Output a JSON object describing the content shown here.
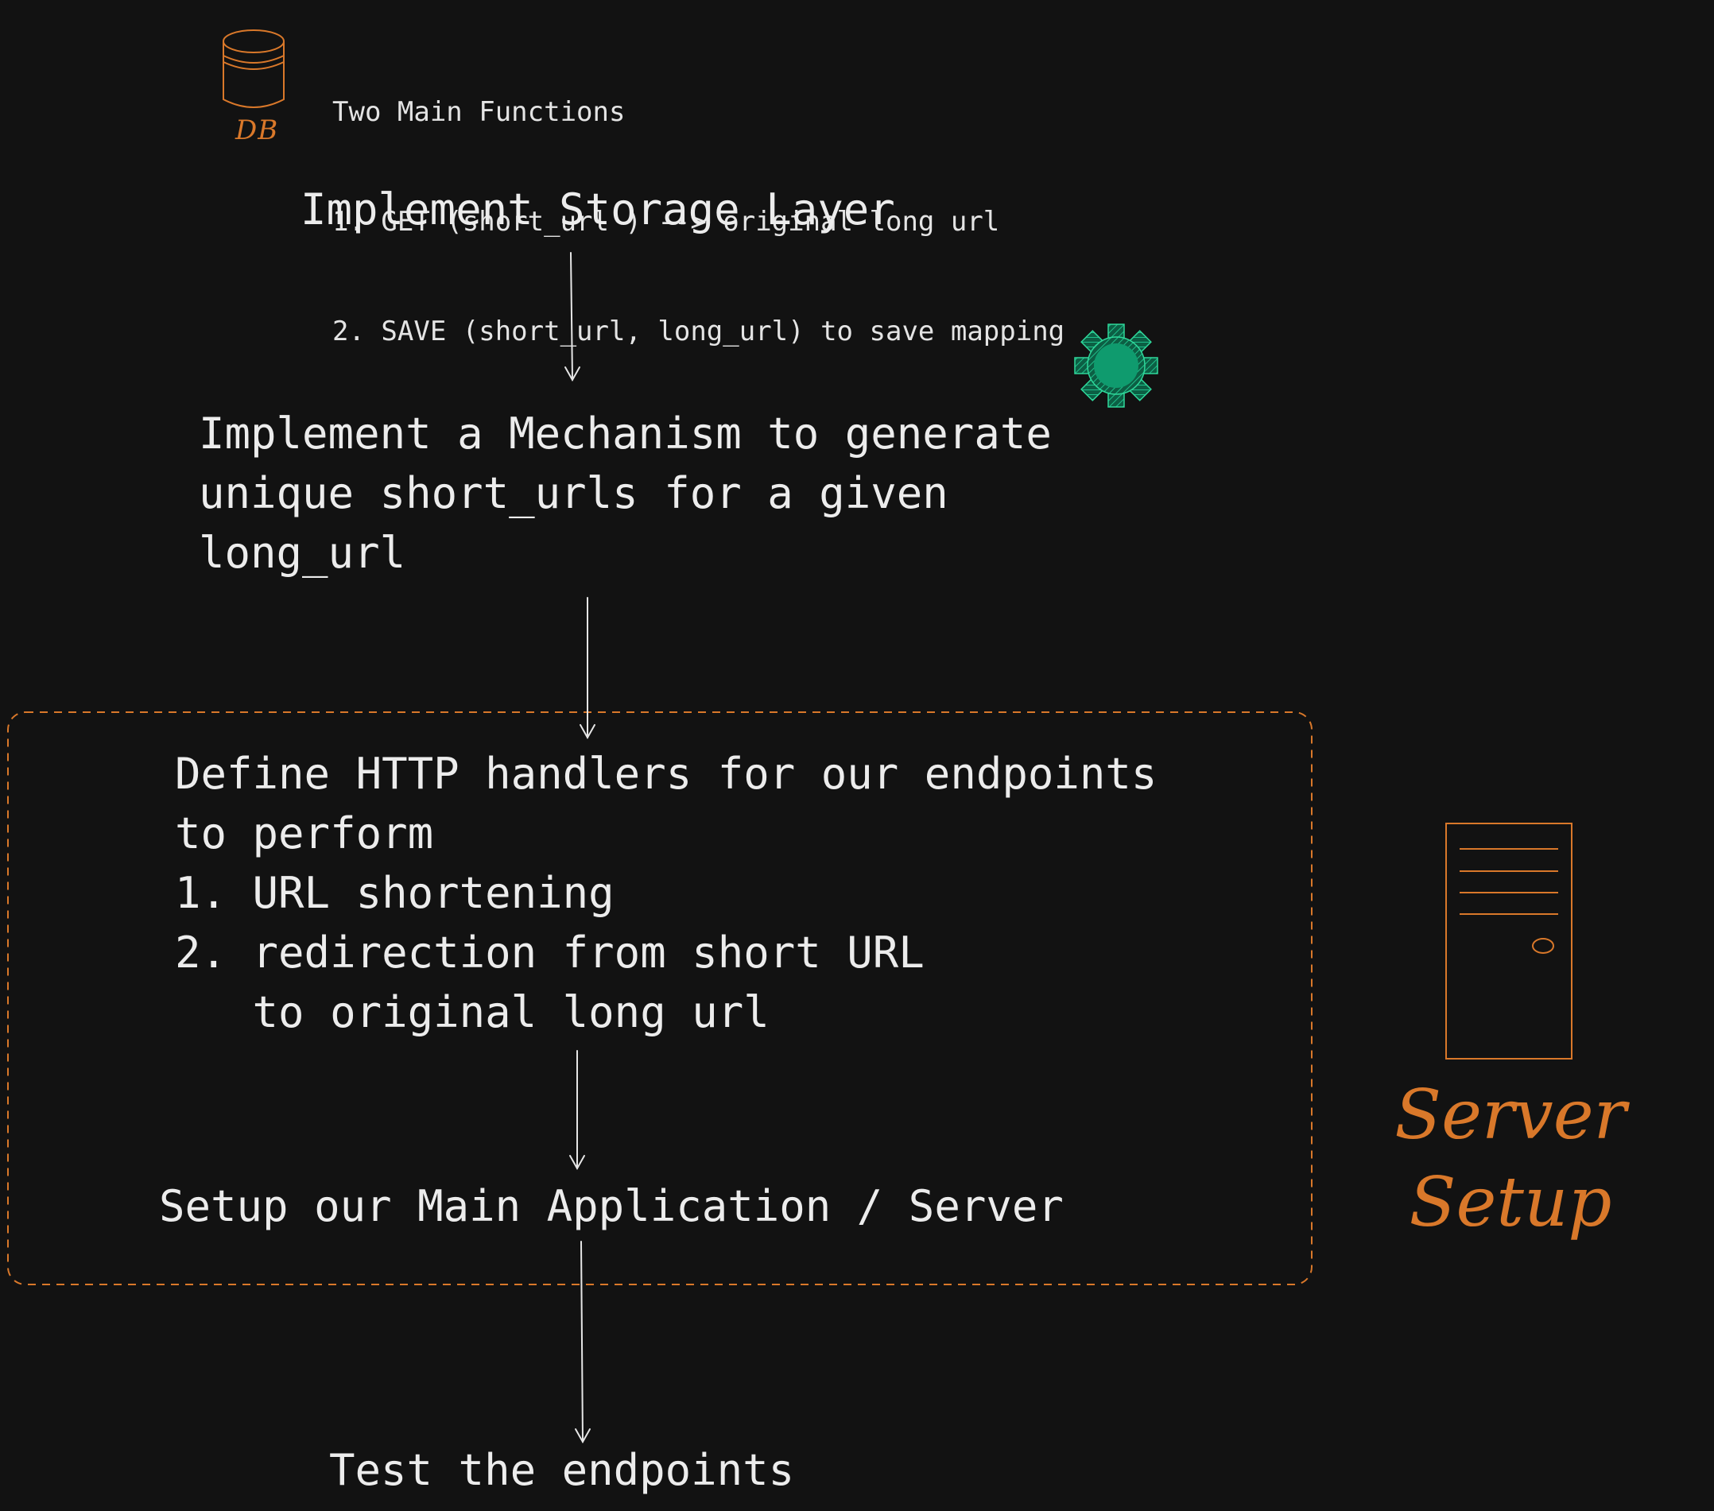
{
  "database": {
    "icon": "database-icon",
    "label": "DB",
    "note_lines": [
      "Two Main Functions",
      "1. GET (short_url ) --> original long url",
      "2. SAVE (short_url, long_url) to save mapping"
    ]
  },
  "steps": {
    "storage": "Implement Storage Layer",
    "mechanism": "Implement a Mechanism to generate\nunique short_urls for a given\nlong_url",
    "handlers": "Define HTTP handlers for our endpoints\nto perform\n1. URL shortening\n2. redirection from short URL\n   to original long url",
    "setup": "Setup our Main Application / Server",
    "test": "Test the endpoints"
  },
  "server_group": {
    "icon": "server-icon",
    "label": "Server\nSetup"
  },
  "decorations": {
    "gear_icon": "gear-icon"
  },
  "colors": {
    "background": "#121212",
    "text": "#ececec",
    "accent_orange": "#d9782a",
    "gear_green": "#0f9b6e"
  }
}
